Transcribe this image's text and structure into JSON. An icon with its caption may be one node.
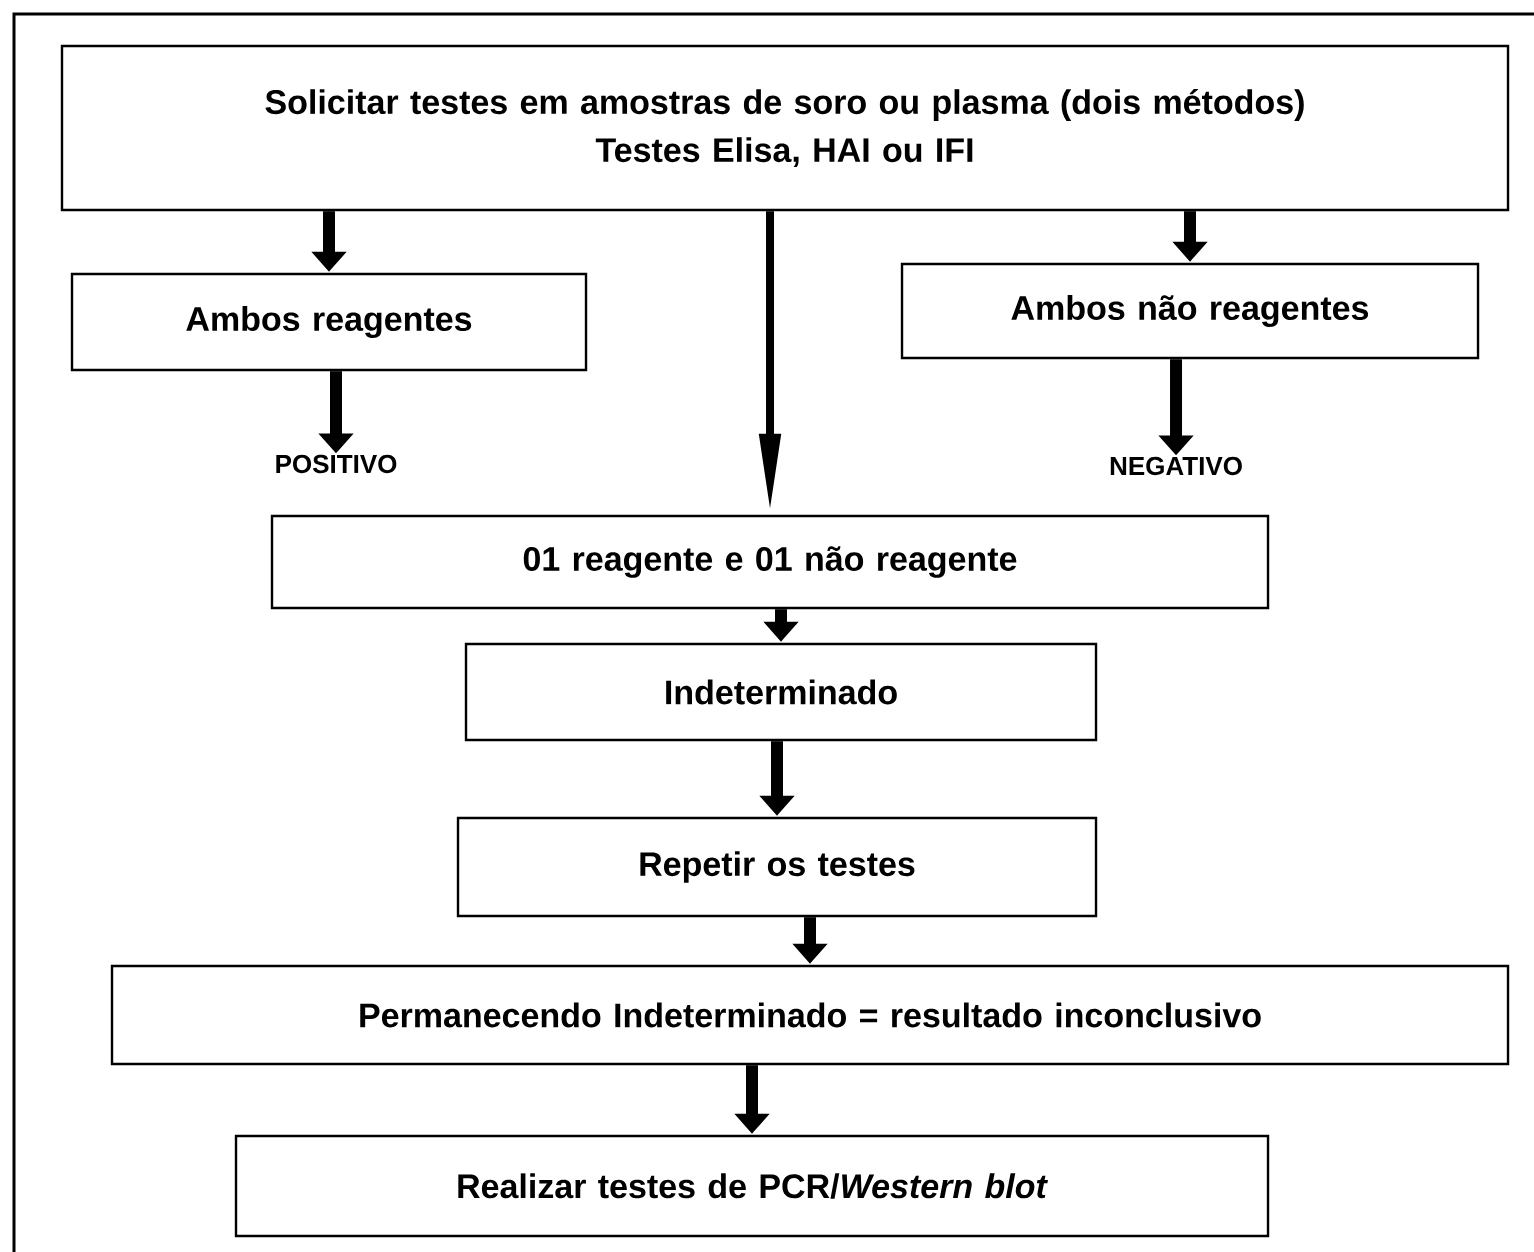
{
  "diagram": {
    "nodes": [
      {
        "text": [
          "Solicitar testes em amostras de soro ou plasma (dois métodos)",
          "Testes Elisa, HAI ou IFI"
        ]
      },
      {
        "text": [
          "Ambos reagentes"
        ]
      },
      {
        "text": [
          "Ambos não reagentes"
        ]
      },
      {
        "text": [
          "POSITIVO"
        ]
      },
      {
        "text": [
          "NEGATIVO"
        ]
      },
      {
        "text": [
          "01 reagente e 01 não reagente"
        ]
      },
      {
        "text": [
          "Indeterminado"
        ]
      },
      {
        "text": [
          "Repetir os testes"
        ]
      },
      {
        "text": [
          "Permanecendo Indeterminado = resultado inconclusivo"
        ]
      },
      {
        "text": [
          "Realizar testes de PCR/*Western blot*"
        ]
      }
    ],
    "edges": [
      {
        "from": 0,
        "to": 1,
        "arrow": "to"
      },
      {
        "from": 0,
        "to": 5,
        "arrow": "to"
      },
      {
        "from": 0,
        "to": 2,
        "arrow": "to"
      },
      {
        "from": 1,
        "to": 3,
        "arrow": "to"
      },
      {
        "from": 2,
        "to": 4,
        "arrow": "to"
      },
      {
        "from": 5,
        "to": 6,
        "arrow": "to"
      },
      {
        "from": 6,
        "to": 7,
        "arrow": "to"
      },
      {
        "from": 7,
        "to": 8,
        "arrow": "to"
      },
      {
        "from": 8,
        "to": 9,
        "arrow": "to"
      }
    ]
  }
}
